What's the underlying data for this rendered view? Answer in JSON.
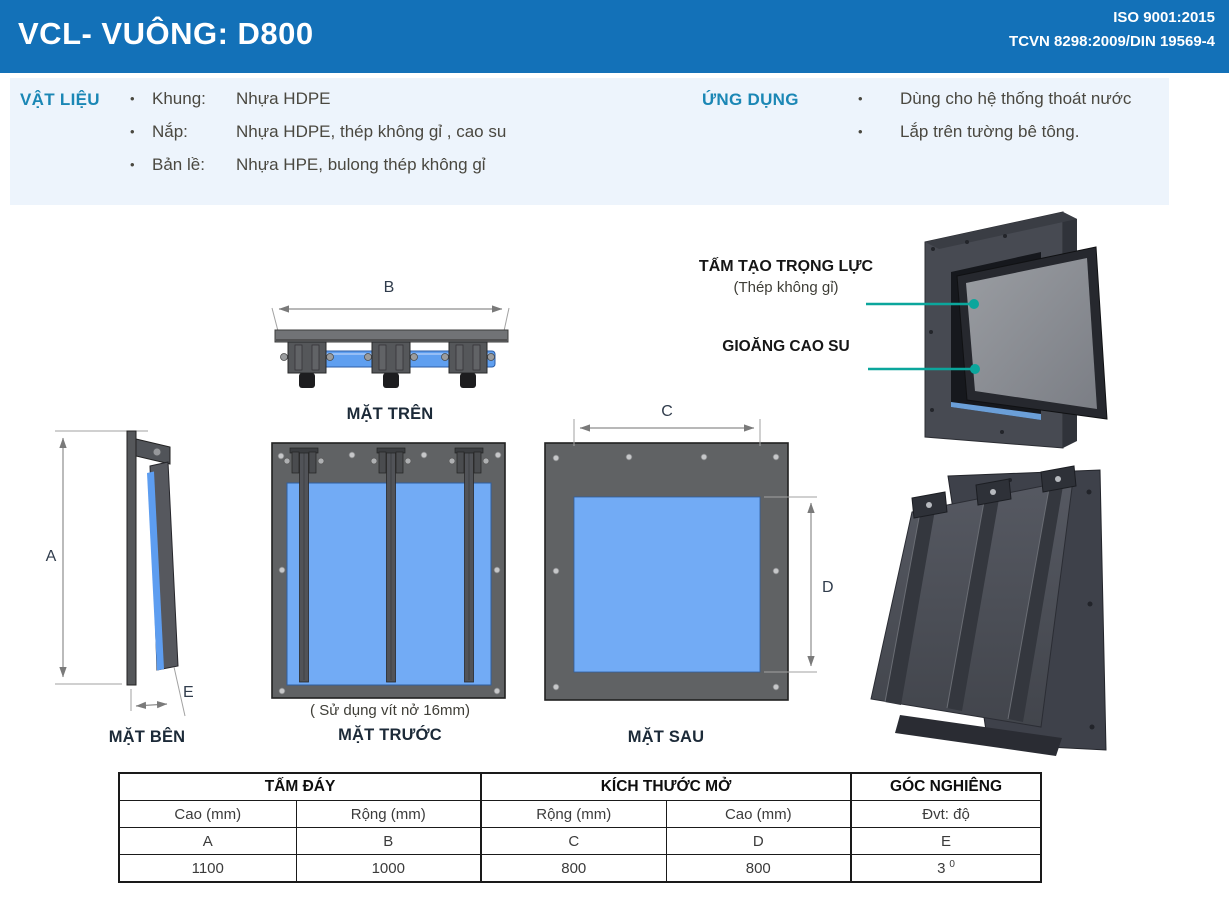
{
  "header": {
    "title": "VCL- VUÔNG: D800",
    "cert_line1": "ISO 9001:2015",
    "cert_line2": "TCVN 8298:2009/DIN 19569-4"
  },
  "materials": {
    "heading": "VẬT LIỆU",
    "items": [
      {
        "term": "Khung:",
        "desc": "Nhựa HDPE"
      },
      {
        "term": "Nắp:",
        "desc": "Nhựa HDPE, thép không gỉ , cao su"
      },
      {
        "term": "Bản lề:",
        "desc": "Nhựa HPE, bulong thép không gỉ"
      }
    ]
  },
  "applications": {
    "heading": "ỨNG DỤNG",
    "items": [
      {
        "desc": "Dùng  cho hệ thống thoát nước"
      },
      {
        "desc": "Lắp trên tường bê tông."
      }
    ]
  },
  "callouts": {
    "weight_plate_title": "TẤM TẠO TRỌNG LỰC",
    "weight_plate_sub": "(Thép không gỉ)",
    "rubber_gasket": "GIOĂNG CAO SU"
  },
  "views": {
    "top": "MẶT TRÊN",
    "side": "MẶT BÊN",
    "front": "MẶT TRƯỚC",
    "front_note": "( Sử dụng vít nở 16mm)",
    "back": "MẶT SAU"
  },
  "dimensions": {
    "a": "A",
    "b": "B",
    "c": "C",
    "d": "D",
    "e": "E"
  },
  "table": {
    "group_headers": [
      {
        "label": "TẤM ĐÁY"
      },
      {
        "label": "KÍCH THƯỚC MỞ"
      },
      {
        "label": "GÓC NGHIÊNG"
      }
    ],
    "sub_headers": [
      "Cao (mm)",
      "Rộng (mm)",
      "Rộng (mm)",
      "Cao (mm)",
      "Đvt: độ"
    ],
    "dim_row": [
      "A",
      "B",
      "C",
      "D",
      "E"
    ],
    "value_row": [
      "1100",
      "1000",
      "800",
      "800"
    ],
    "angle_value": "3",
    "angle_sup": "0"
  },
  "colors": {
    "header_blue": "#1371b8",
    "band_bg": "#edf4fc",
    "section_heading": "#1b87b5",
    "body_text": "#4a4840",
    "accent_teal": "#0ba69c",
    "panel_blue": "#72abf5",
    "frame_gray": "#606264",
    "dim_gray": "#8e8e8e"
  }
}
